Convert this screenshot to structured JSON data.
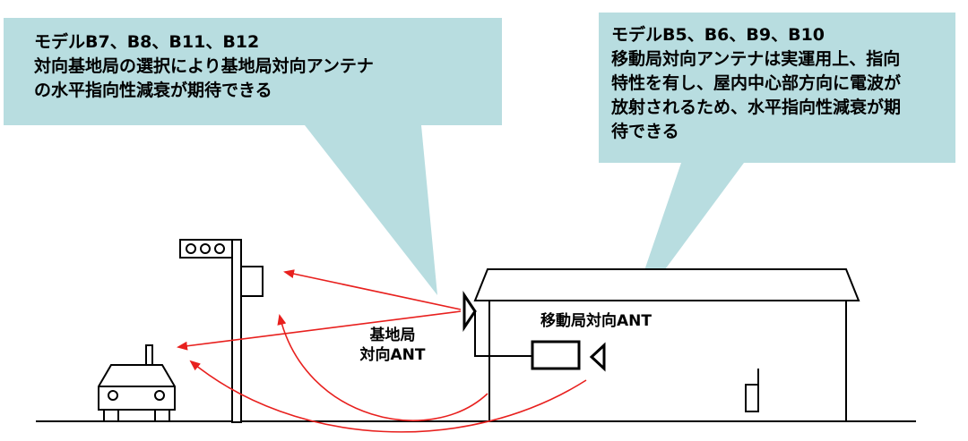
{
  "colors": {
    "callout_fill": "#b8dde0",
    "arrow": "#e8201e",
    "outline": "#000000",
    "background": "#ffffff"
  },
  "left_callout": {
    "lines": [
      "モデルB7、B8、B11、B12",
      "対向基地局の選択により基地局対向アンテナ",
      "の水平指向性減衰が期待できる"
    ]
  },
  "right_callout": {
    "lines": [
      "モデルB5、B6、B9、B10",
      "移動局対向アンテナは実運用上、指向",
      "特性を有し、屋内中心部方向に電波が",
      "放射されるため、水平指向性減衰が期",
      "待できる"
    ]
  },
  "labels": {
    "base_ant": [
      "基地局",
      "対向ANT"
    ],
    "mobile_ant": "移動局対向ANT"
  },
  "icons": [
    "traffic-signal-icon",
    "car-icon",
    "building-icon",
    "antenna-icon",
    "door-handle-icon"
  ]
}
